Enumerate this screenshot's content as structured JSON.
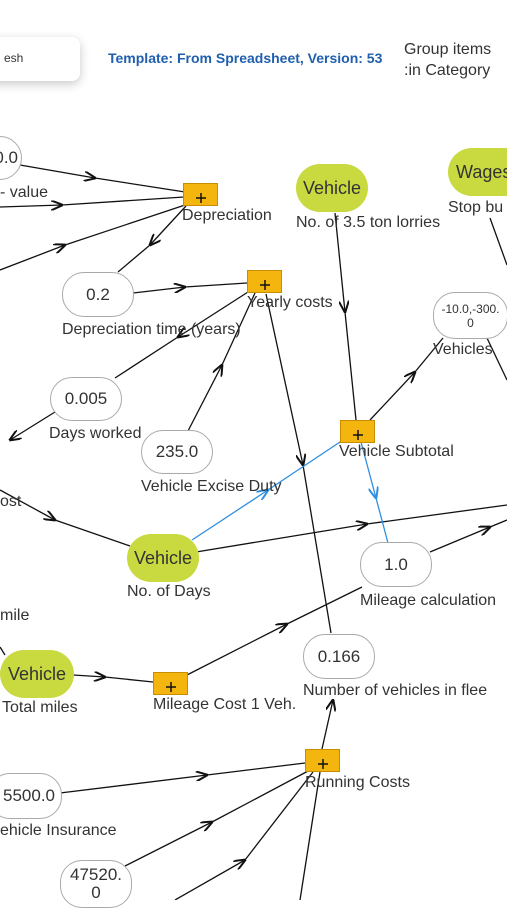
{
  "header": {
    "refresh_label": "esh",
    "template_label": "Template: From Spreadsheet, Version: 53",
    "group_items_line1": "Group items",
    "group_items_line2": ":in Category"
  },
  "nodes": {
    "residual_value": {
      "value": "0.0",
      "label": "- value"
    },
    "depreciation": {
      "label": "Depreciation"
    },
    "vehicle_lorries": {
      "value": "Vehicle",
      "label": "No. of 3.5 ton lorries"
    },
    "wages": {
      "value": "Wages",
      "label": "Stop bu"
    },
    "depreciation_time": {
      "value": "0.2",
      "label": "Depreciation time (years)"
    },
    "yearly_costs": {
      "label": "Yearly costs"
    },
    "vehicles_range": {
      "value_line1": "-10.0,-300.",
      "value_line2": "0",
      "label": "Vehicles"
    },
    "days_worked": {
      "value": "0.005",
      "label": "Days worked"
    },
    "excise_duty": {
      "value": "235.0",
      "label": "Vehicle Excise Duty"
    },
    "vehicle_subtotal": {
      "label": "Vehicle Subtotal"
    },
    "cost_partial": {
      "label": "ost"
    },
    "no_of_days": {
      "value": "Vehicle",
      "label": "No. of Days"
    },
    "mileage_calc": {
      "value": "1.0",
      "label": "Mileage calculation"
    },
    "mile_partial": {
      "label": "mile"
    },
    "total_miles": {
      "value": "Vehicle",
      "label": "Total miles"
    },
    "mileage_cost": {
      "label": "Mileage Cost 1 Veh."
    },
    "vehicles_fleet": {
      "value": "0.166",
      "label": "Number of vehicles in flee"
    },
    "insurance": {
      "value": "5500.0",
      "label": "ehicle Insurance"
    },
    "running_costs": {
      "label": "Running Costs"
    },
    "bottom_value": {
      "value_line1": "47520.",
      "value_line2": "0"
    }
  },
  "colors": {
    "operator": "#f5b50f",
    "vehicle_node": "#c9d940",
    "highlight_edge": "#2f8fe0",
    "template_text": "#1f5fae"
  }
}
